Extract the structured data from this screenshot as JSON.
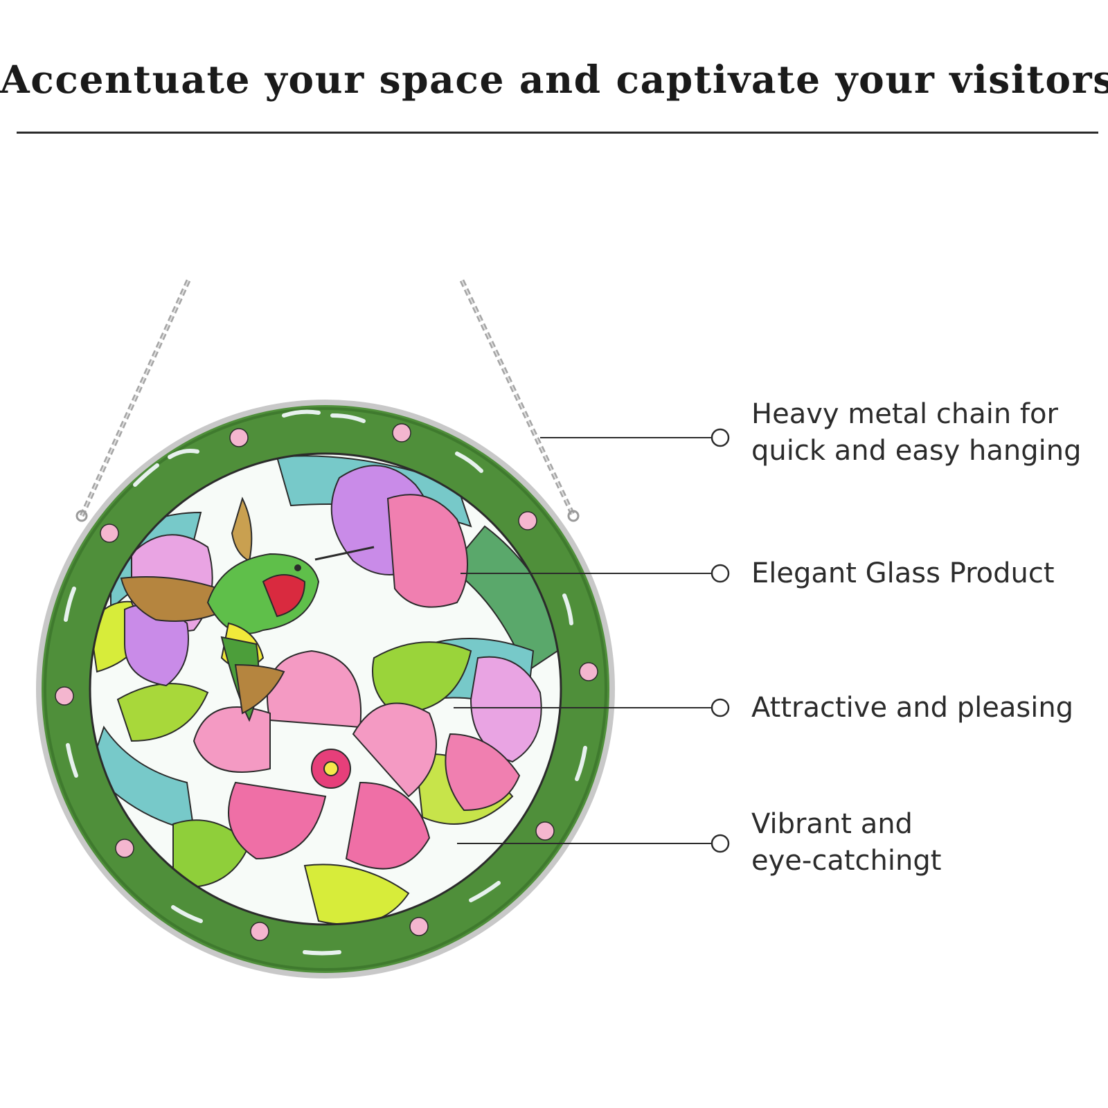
{
  "headline": "Accentuate your space and captivate your visitors",
  "features": [
    {
      "lines": [
        "Heavy metal chain for",
        "quick and easy hanging"
      ]
    },
    {
      "lines": [
        "Elegant Glass Product"
      ]
    },
    {
      "lines": [
        "Attractive and pleasing"
      ]
    },
    {
      "lines": [
        "Vibrant and",
        "eye-catchingt"
      ]
    }
  ],
  "colors": {
    "frame_green": "#4f8f3a",
    "glass_pink": "#f07fb0",
    "glass_violet": "#c98be8",
    "leaf_green": "#8fcf3a",
    "teal": "#77c9c9",
    "line": "#2b2b2b"
  }
}
